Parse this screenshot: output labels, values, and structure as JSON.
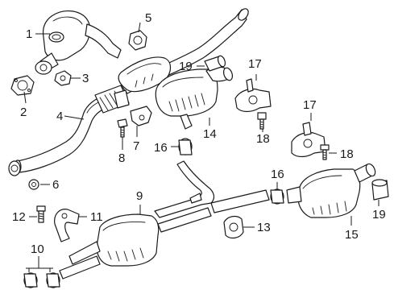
{
  "diagram": {
    "callouts": {
      "c1": "1",
      "c2": "2",
      "c3": "3",
      "c4": "4",
      "c5": "5",
      "c6": "6",
      "c7": "7",
      "c8": "8",
      "c9": "9",
      "c10": "10",
      "c11": "11",
      "c12": "12",
      "c13": "13",
      "c14": "14",
      "c15": "15",
      "c16a": "16",
      "c16b": "16",
      "c17a": "17",
      "c17b": "17",
      "c18a": "18",
      "c18b": "18",
      "c19a": "19",
      "c19b": "19"
    }
  }
}
